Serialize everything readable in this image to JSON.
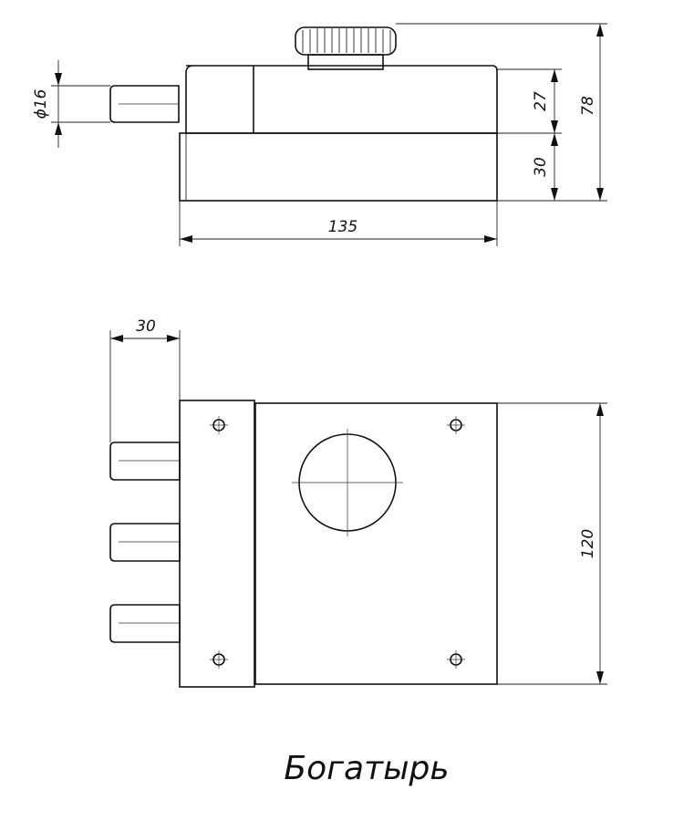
{
  "caption": "Богатырь",
  "top_view": {
    "dim_diameter": "ϕ16",
    "dim_height_upper": "27",
    "dim_height_lower": "30",
    "dim_total_height": "78",
    "dim_length": "135"
  },
  "front_view": {
    "dim_bolt_throw": "30",
    "dim_height": "120"
  }
}
